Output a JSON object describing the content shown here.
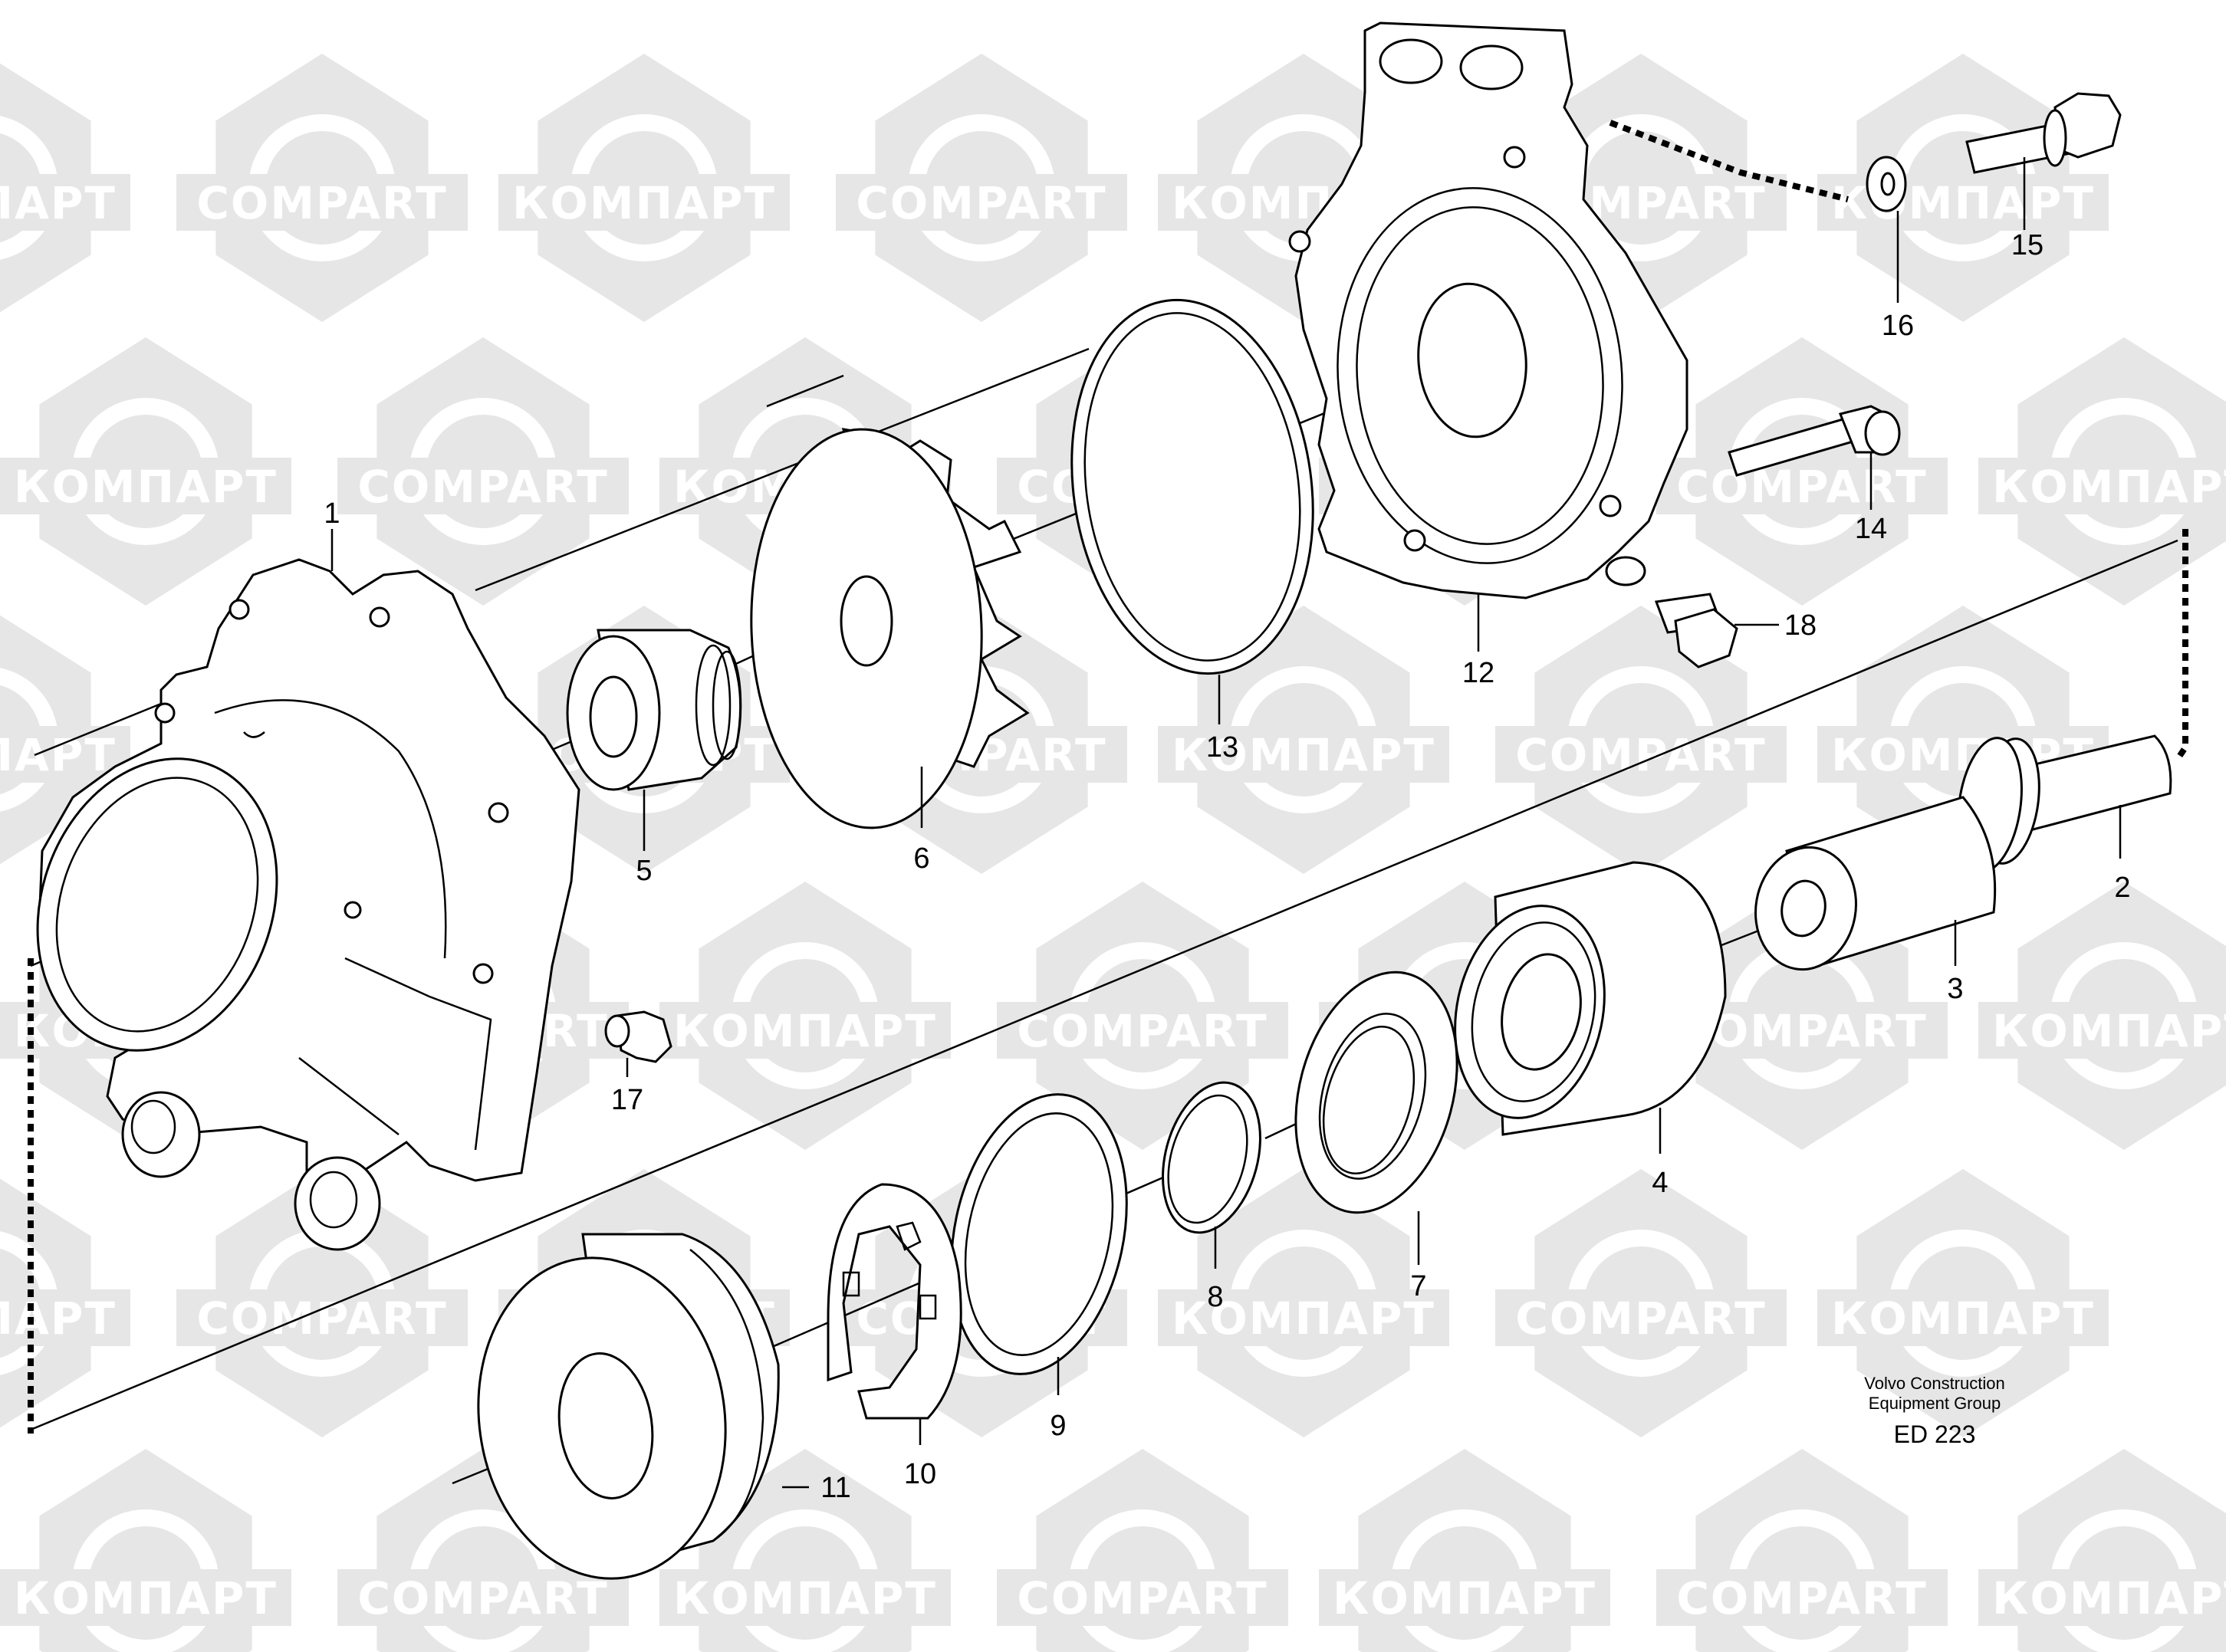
{
  "watermark": {
    "brand_cyrillic": "КОМПАРТ",
    "brand_latin": "COMPART",
    "color": "#e6e6e6"
  },
  "callouts": {
    "p1": "1",
    "p2": "2",
    "p3": "3",
    "p4": "4",
    "p5": "5",
    "p6": "6",
    "p7": "7",
    "p8": "8",
    "p9": "9",
    "p10": "10",
    "p11": "11",
    "p12": "12",
    "p13": "13",
    "p14": "14",
    "p15": "15",
    "p16": "16",
    "p17": "17",
    "p18": "18"
  },
  "credit": {
    "line1": "Volvo Construction",
    "line2": "Equipment Group",
    "code": "ED 223"
  }
}
